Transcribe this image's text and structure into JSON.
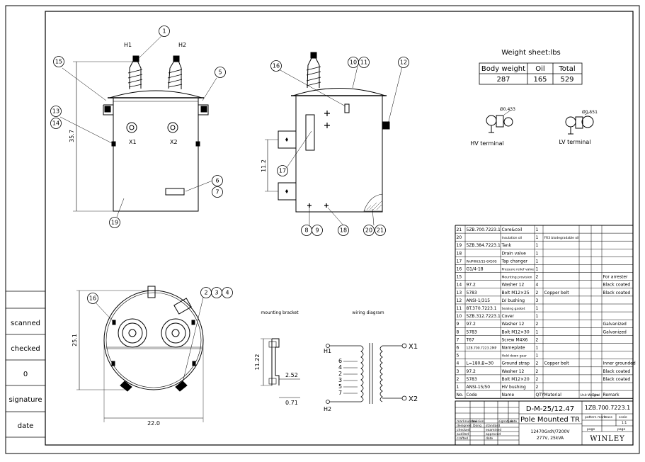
{
  "side_panel": [
    "scanned",
    "checked",
    "0",
    "signature",
    "date"
  ],
  "views": {
    "front": {
      "h1": "H1",
      "h2": "H2",
      "x1": "X1",
      "x2": "X2",
      "height_dim": "35.7",
      "balloons": [
        "1",
        "15",
        "5",
        "13",
        "14",
        "6",
        "7",
        "19"
      ]
    },
    "side": {
      "dim": "11.2",
      "balloons": [
        "16",
        "10",
        "11",
        "12",
        "17",
        "8",
        "9",
        "18",
        "20",
        "21"
      ]
    },
    "top": {
      "height_dim": "25.1",
      "width_dim": "22.0",
      "balloons": [
        "16",
        "2",
        "3",
        "4"
      ]
    }
  },
  "weight_sheet": {
    "title": "Weight sheet:lbs",
    "headers": [
      "Body weight",
      "Oil",
      "Total"
    ],
    "values": [
      "287",
      "165",
      "529"
    ]
  },
  "terminals": {
    "hv_label": "HV terminal",
    "hv_dim": "Ø0.433",
    "lv_label": "LV terminal",
    "lv_dim": "Ø0.551"
  },
  "mounting_bracket": {
    "title": "mounting bracket",
    "dims": [
      "11.22",
      "2.52",
      "0.71"
    ]
  },
  "wiring": {
    "title": "wiring diagram",
    "h1": "H1",
    "h2": "H2",
    "x1": "X1",
    "x2": "X2",
    "taps": [
      "6",
      "4",
      "2",
      "3",
      "5",
      "7"
    ]
  },
  "bom": {
    "headers": [
      "No.",
      "Code",
      "Name",
      "QTY",
      "Material",
      "Unit Weight",
      "Total",
      "Remark"
    ],
    "rows": [
      [
        "21",
        "5ZB.700.7223.1",
        "Core&coil",
        "1",
        "",
        "",
        "",
        ""
      ],
      [
        "20",
        "",
        "Insulation oil",
        "1",
        "FR3 biodegradable oil",
        "",
        "",
        ""
      ],
      [
        "19",
        "5ZB.384.7223.1",
        "Tank",
        "1",
        "",
        "",
        "",
        ""
      ],
      [
        "18",
        "",
        "Drain valve",
        "1",
        "",
        "",
        "",
        ""
      ],
      [
        "17",
        "WdPIII63/15-6X50S",
        "Tap changer",
        "1",
        "",
        "",
        "",
        ""
      ],
      [
        "16",
        "G1/4-18",
        "Pressure relief valve",
        "1",
        "",
        "",
        "",
        ""
      ],
      [
        "15",
        "",
        "Mounting provision",
        "2",
        "",
        "",
        "",
        "For arrester"
      ],
      [
        "14",
        "97.2",
        "Washer 12",
        "4",
        "",
        "",
        "",
        "Black coated"
      ],
      [
        "13",
        "5783",
        "Bolt M12×25",
        "2",
        "Copper belt",
        "",
        "",
        "Black coated"
      ],
      [
        "12",
        "ANSI-1/315",
        "LV bushing",
        "3",
        "",
        "",
        "",
        ""
      ],
      [
        "11",
        "8T.370.7223.1",
        "Sealing gasket",
        "1",
        "",
        "",
        "",
        ""
      ],
      [
        "10",
        "5ZB.312.7223.1",
        "Cover",
        "1",
        "",
        "",
        "",
        ""
      ],
      [
        "9",
        "97.2",
        "Washer 12",
        "2",
        "",
        "",
        "",
        "Galvanized"
      ],
      [
        "8",
        "5783",
        "Bolt M12×30",
        "1",
        "",
        "",
        "",
        "Galvanized"
      ],
      [
        "7",
        "T67",
        "Screw M4X6",
        "2",
        "",
        "",
        "",
        ""
      ],
      [
        "6",
        "1ZB.700.7223.2MP",
        "Nameplate",
        "1",
        "",
        "",
        "",
        ""
      ],
      [
        "5",
        "",
        "Hold down gear",
        "1",
        "",
        "",
        "",
        ""
      ],
      [
        "4",
        "L=180,B=30",
        "Ground strap",
        "2",
        "Copper belt",
        "",
        "",
        "Inner grounded"
      ],
      [
        "3",
        "97.2",
        "Washer 12",
        "2",
        "",
        "",
        "",
        "Black coated"
      ],
      [
        "2",
        "5783",
        "Bolt M12×20",
        "2",
        "",
        "",
        "",
        "Black coated"
      ],
      [
        "1",
        "ANSI-15/50",
        "HV bushing",
        "2",
        "",
        "",
        "",
        ""
      ]
    ]
  },
  "title_block": {
    "model": "D-M-25/12.47",
    "name": "Pole Mounted TR",
    "code": "1ZB.700.7223.1",
    "voltage1": "12470GrdY/7200V",
    "voltage2": "277V, 25kVA",
    "company": "WINLEY",
    "rev_headers": [
      "marknumber",
      "revision",
      "signature",
      "date"
    ],
    "roles": [
      "designed",
      "checked",
      "audited",
      "crafted"
    ],
    "designer": "Dong",
    "roles2": [
      "standard",
      "examined",
      "approved",
      "date"
    ],
    "meta_headers": [
      "pattern mark",
      "mass",
      "scale"
    ],
    "scale": "1:1",
    "page_label": "page",
    "page_label2": "page"
  }
}
